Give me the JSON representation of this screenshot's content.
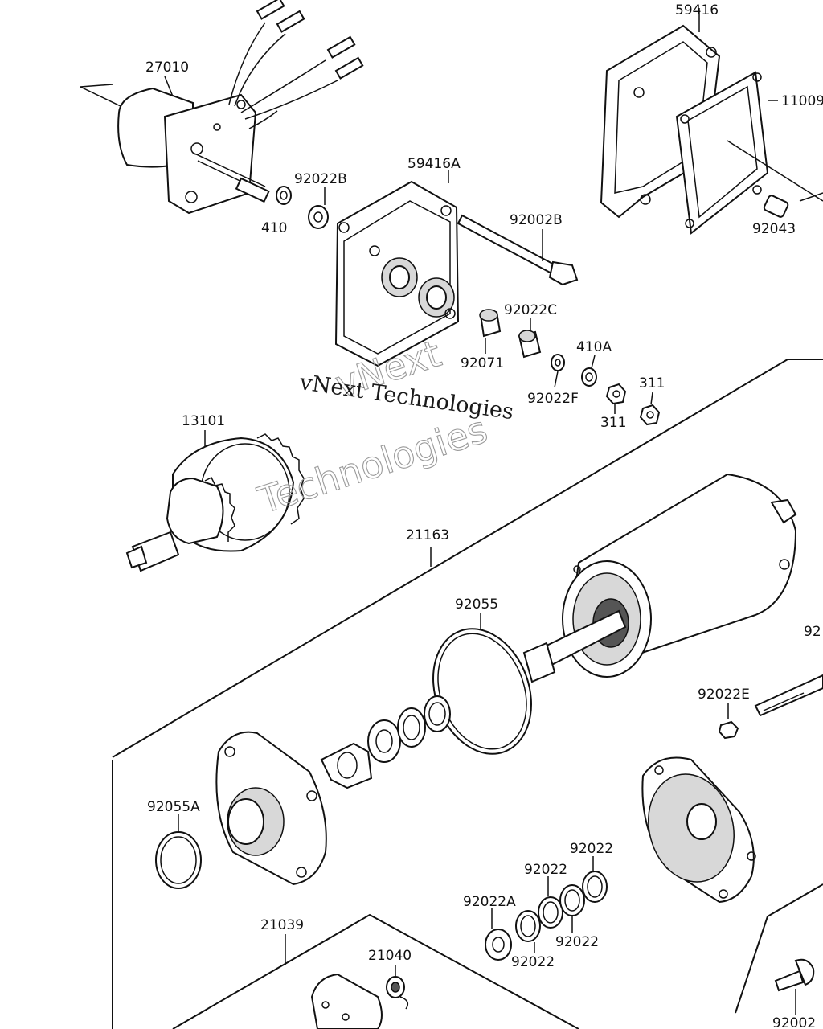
{
  "diagram": {
    "part_labels": {
      "p27010": "27010",
      "p59416": "59416",
      "p11009": "11009",
      "p92022B": "92022B",
      "p59416A": "59416A",
      "p410": "410",
      "p92002B": "92002B",
      "p92043": "92043",
      "p92022C": "92022C",
      "p410A": "410A",
      "p92071": "92071",
      "p92022F": "92022F",
      "p311a": "311",
      "p311b": "311",
      "p13101": "13101",
      "p21163": "21163",
      "p92055": "92055",
      "p92edge": "92",
      "p92022E": "92022E",
      "p92055A": "92055A",
      "p92022_1": "92022",
      "p92022_2": "92022",
      "p92022A": "92022A",
      "p92022_3": "92022",
      "p92022_4": "92022",
      "p21039": "21039",
      "p21040": "21040",
      "p92002": "92002"
    },
    "watermark": {
      "line1": "vNext Technologies",
      "outline_top": "vNext",
      "outline_bottom": "Technologies"
    }
  }
}
